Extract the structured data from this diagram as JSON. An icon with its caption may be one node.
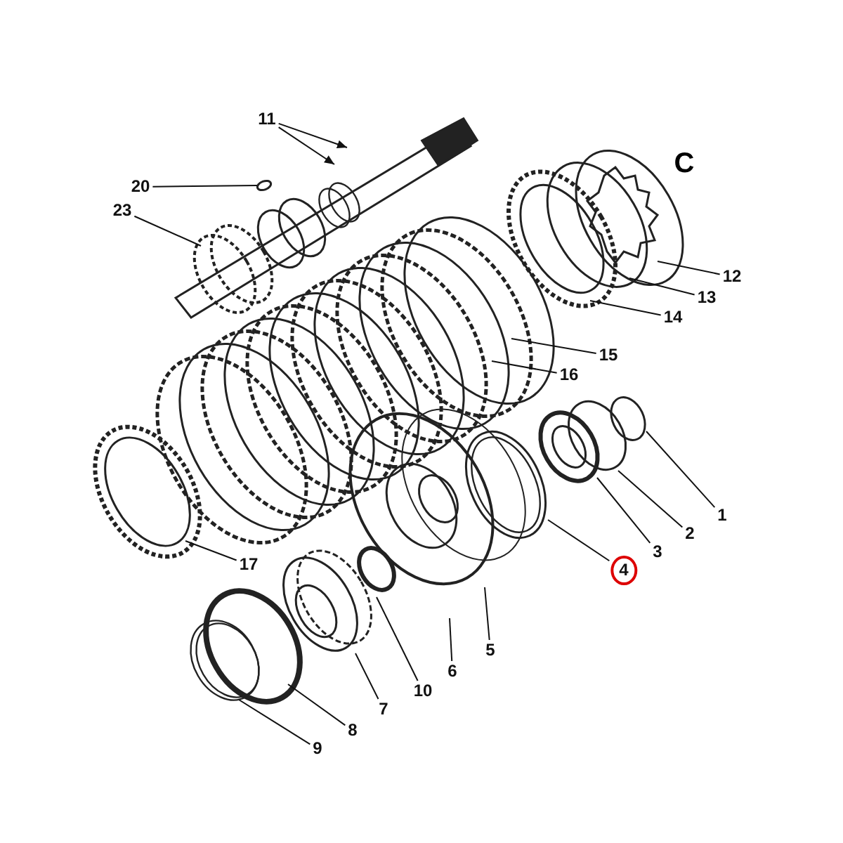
{
  "diagram": {
    "nodes": [
      {
        "text": [
          "11"
        ]
      },
      {
        "text": [
          "20"
        ]
      },
      {
        "text": [
          "23"
        ]
      },
      {
        "text": [
          "12"
        ]
      },
      {
        "text": [
          "13"
        ]
      },
      {
        "text": [
          "14"
        ]
      },
      {
        "text": [
          "15"
        ]
      },
      {
        "text": [
          "16"
        ]
      },
      {
        "text": [
          "1"
        ]
      },
      {
        "text": [
          "2"
        ]
      },
      {
        "text": [
          "3"
        ]
      },
      {
        "text": [
          "4"
        ]
      },
      {
        "text": [
          "17"
        ]
      },
      {
        "text": [
          "5"
        ]
      },
      {
        "text": [
          "6"
        ]
      },
      {
        "text": [
          "10"
        ]
      },
      {
        "text": [
          "7"
        ]
      },
      {
        "text": [
          "8"
        ]
      },
      {
        "text": [
          "9"
        ]
      }
    ],
    "edges": [
      {
        "from": 0,
        "to": null,
        "arrow": "to"
      },
      {
        "from": 0,
        "to": null,
        "arrow": "to"
      },
      {
        "from": 1,
        "to": null,
        "arrow": "none"
      },
      {
        "from": 2,
        "to": null,
        "arrow": "none"
      },
      {
        "from": 3,
        "to": null,
        "arrow": "none"
      },
      {
        "from": 4,
        "to": null,
        "arrow": "none"
      },
      {
        "from": 5,
        "to": null,
        "arrow": "none"
      },
      {
        "from": 6,
        "to": null,
        "arrow": "none"
      },
      {
        "from": 7,
        "to": null,
        "arrow": "none"
      },
      {
        "from": 8,
        "to": null,
        "arrow": "none"
      },
      {
        "from": 9,
        "to": null,
        "arrow": "none"
      },
      {
        "from": 10,
        "to": null,
        "arrow": "none"
      },
      {
        "from": 11,
        "to": null,
        "arrow": "none"
      },
      {
        "from": 12,
        "to": null,
        "arrow": "none"
      },
      {
        "from": 13,
        "to": null,
        "arrow": "none"
      },
      {
        "from": 14,
        "to": null,
        "arrow": "none"
      },
      {
        "from": 15,
        "to": null,
        "arrow": "none"
      },
      {
        "from": 16,
        "to": null,
        "arrow": "none"
      },
      {
        "from": 17,
        "to": null,
        "arrow": "none"
      },
      {
        "from": 18,
        "to": null,
        "arrow": "none"
      }
    ],
    "labels": [
      "C"
    ]
  }
}
